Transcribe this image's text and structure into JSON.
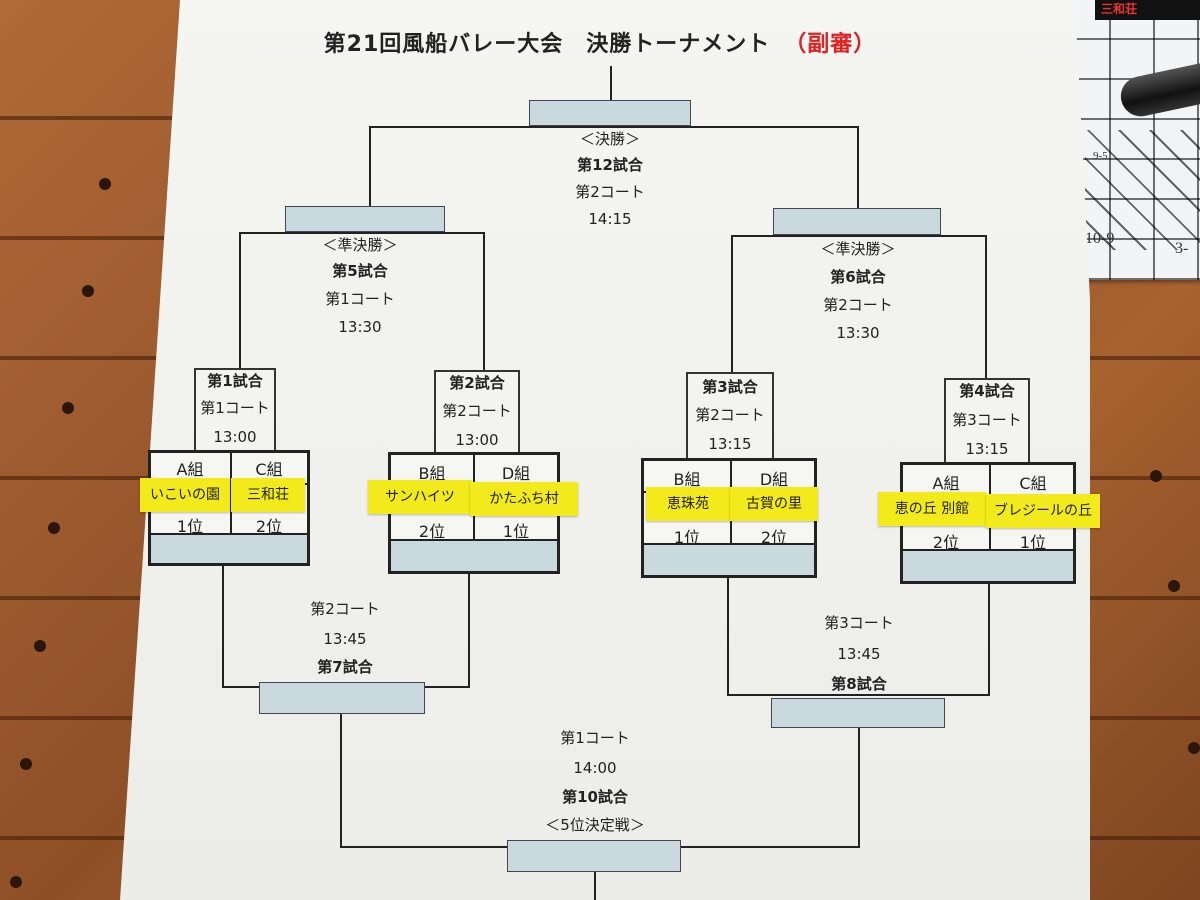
{
  "title": {
    "main": "第21回風船バレー大会　決勝トーナメント",
    "role": "（副審）"
  },
  "final": {
    "bracket": "＜決勝＞",
    "match": "第12試合",
    "court": "第2コート",
    "time": "14:15"
  },
  "semi_left": {
    "bracket": "＜準決勝＞",
    "match": "第5試合",
    "court": "第1コート",
    "time": "13:30"
  },
  "semi_right": {
    "bracket": "＜準決勝＞",
    "match": "第6試合",
    "court": "第2コート",
    "time": "13:30"
  },
  "matches": [
    {
      "match": "第1試合",
      "court": "第1コート",
      "time": "13:00",
      "cols": [
        {
          "group": "A組",
          "team": "いこいの園",
          "rank": "1位"
        },
        {
          "group": "C組",
          "team": "三和荘",
          "rank": "2位"
        }
      ]
    },
    {
      "match": "第2試合",
      "court": "第2コート",
      "time": "13:00",
      "cols": [
        {
          "group": "B組",
          "team": "サンハイツ",
          "rank": "2位"
        },
        {
          "group": "D組",
          "team": "かたふち村",
          "rank": "1位"
        }
      ]
    },
    {
      "match": "第3試合",
      "court": "第2コート",
      "time": "13:15",
      "cols": [
        {
          "group": "B組",
          "team": "恵珠苑",
          "rank": "1位"
        },
        {
          "group": "D組",
          "team": "古賀の里",
          "rank": "2位"
        }
      ]
    },
    {
      "match": "第4試合",
      "court": "第3コート",
      "time": "13:15",
      "cols": [
        {
          "group": "A組",
          "team": "恵の丘 別館",
          "rank": "2位"
        },
        {
          "group": "C組",
          "team": "ブレジールの丘",
          "rank": "1位"
        }
      ]
    }
  ],
  "consolation_left": {
    "court": "第2コート",
    "time": "13:45",
    "match": "第7試合"
  },
  "consolation_right": {
    "court": "第3コート",
    "time": "13:45",
    "match": "第8試合"
  },
  "fifth_place": {
    "court": "第1コート",
    "time": "14:00",
    "match": "第10試合",
    "bracket": "＜5位決定戦＞"
  },
  "side_sheet": {
    "header": "三和荘",
    "mark_1": "9-5",
    "mark_2": "10-9",
    "mark_3": "3-"
  },
  "colors": {
    "slot": "#c8d8dc",
    "tape": "#f2ea1a",
    "title_role": "#dd2222"
  }
}
